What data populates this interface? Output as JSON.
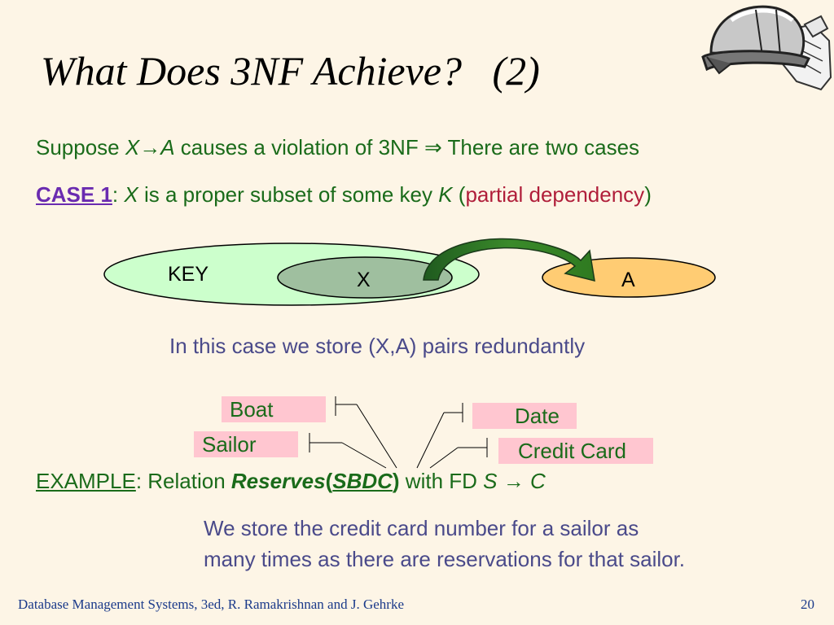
{
  "slide": {
    "title": "What Does 3NF Achieve?   (2)",
    "line1": {
      "pre": "Suppose ",
      "fd": "X→A",
      "mid": " causes a violation of 3NF  ",
      "implies": "⇒",
      "post": "  There are two cases"
    },
    "case1": {
      "label": "CASE 1",
      "colon": ":  ",
      "x": "X",
      "text": " is a proper subset of some key ",
      "k": "K",
      "paren_open": "  (",
      "partial": "partial dependency",
      "paren_close": ")"
    },
    "diagram": {
      "key_label": "KEY",
      "x_label": "X",
      "a_label": "A"
    },
    "redundancy_note": "In this case we store (X,A) pairs redundantly",
    "attributes": {
      "boat": "Boat",
      "sailor": "Sailor",
      "date": "Date",
      "credit_card": "Credit Card"
    },
    "example": {
      "label": "EXAMPLE",
      "colon": ":   Relation ",
      "relation": "Reserves",
      "paren_open": "(",
      "attrs": "SBDC",
      "paren_close": ")",
      "with_fd": " with FD ",
      "s": "S",
      "arrow": " → ",
      "c": "C"
    },
    "explanation": [
      "We store the credit card number for a sailor as",
      "many times as there are reservations for that sailor."
    ],
    "footer": {
      "citation": "Database Management Systems, 3ed, R. Ramakrishnan and J. Gehrke",
      "page_number": "20"
    },
    "colors": {
      "background": "#fdf5e6",
      "text_green": "#1a6b1a",
      "case_purple": "#6a2bb0",
      "partial_red": "#b01e3a",
      "note_blue": "#4a4a8a",
      "key_fill": "#ccffcc",
      "x_fill": "#9fbf9f",
      "a_fill": "#ffcc73",
      "label_pink": "#ffc6d0"
    },
    "icons": {
      "hardhat": "hardhat-gloves-icon"
    }
  }
}
